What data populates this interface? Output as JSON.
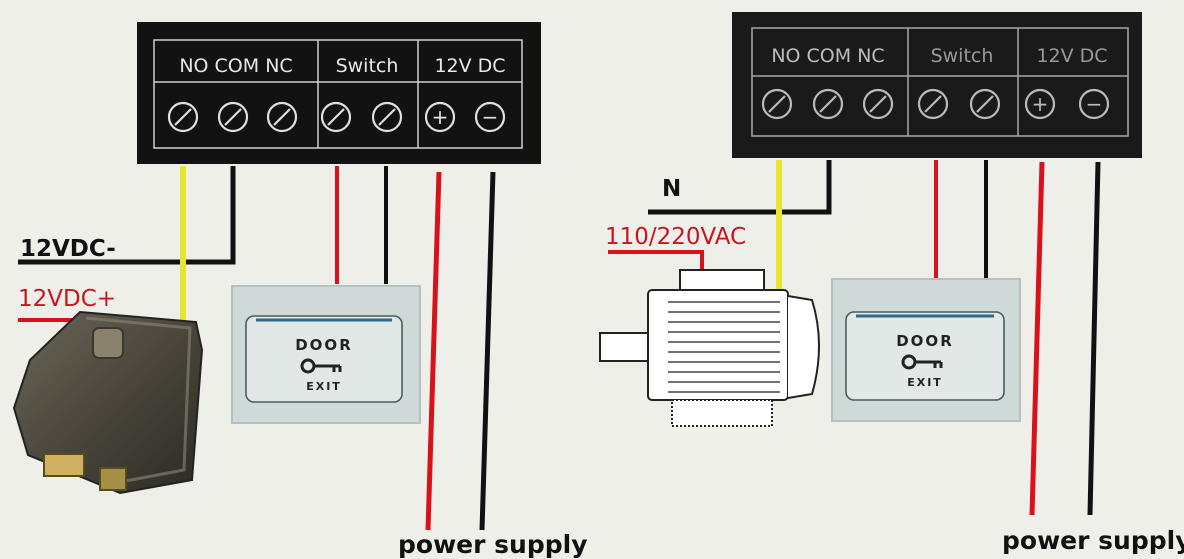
{
  "left_diagram": {
    "terminal_labels": {
      "group1": "NO COM NC",
      "group2": "Switch",
      "group3": "12V DC"
    },
    "plus_symbol": "+",
    "minus_symbol": "−",
    "neg_label": "12VDC-",
    "pos_label": "12VDC+",
    "button": {
      "line1": "DOOR",
      "line2": "EXIT"
    },
    "power_label": "power supply"
  },
  "right_diagram": {
    "terminal_labels": {
      "group1": "NO COM NC",
      "group2": "Switch",
      "group3": "12V DC"
    },
    "plus_symbol": "+",
    "minus_symbol": "−",
    "n_label": "N",
    "ac_label": "110/220VAC",
    "button": {
      "line1": "DOOR",
      "line2": "EXIT"
    },
    "power_label": "power supply"
  },
  "colors": {
    "panel": "#121212",
    "wire_red": "#d9111b",
    "wire_black": "#111111",
    "wire_yellow": "#e6e62e",
    "button_plate": "#cfd9d8"
  }
}
